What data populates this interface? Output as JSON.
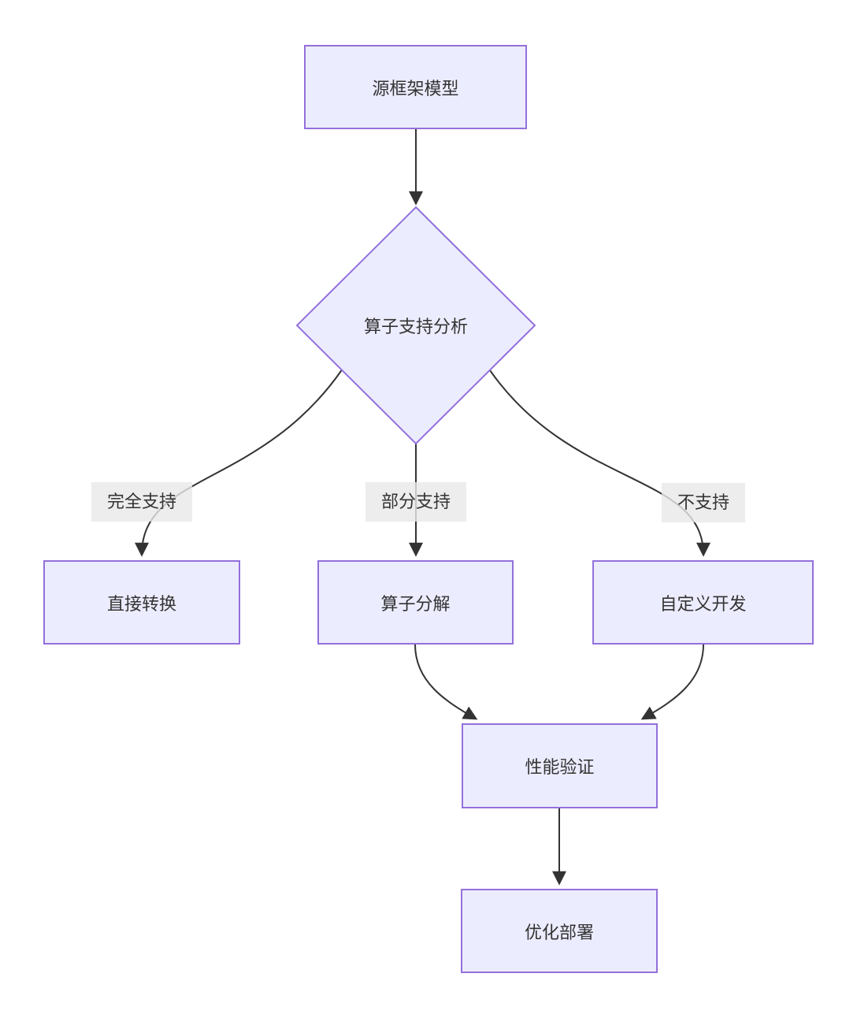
{
  "diagram": {
    "type": "flowchart",
    "direction": "top-down",
    "colors": {
      "background": "#ffffff",
      "node_fill": "#ECECFF",
      "node_border": "#9370DB",
      "edge_stroke": "#333333",
      "edge_label_bg": "#e8e8e8",
      "text": "#333333"
    },
    "nodes": [
      {
        "id": "source",
        "shape": "rect",
        "label": "源框架模型"
      },
      {
        "id": "analysis",
        "shape": "diamond",
        "label": "算子支持分析"
      },
      {
        "id": "direct",
        "shape": "rect",
        "label": "直接转换"
      },
      {
        "id": "decompose",
        "shape": "rect",
        "label": "算子分解"
      },
      {
        "id": "custom",
        "shape": "rect",
        "label": "自定义开发"
      },
      {
        "id": "perf",
        "shape": "rect",
        "label": "性能验证"
      },
      {
        "id": "deploy",
        "shape": "rect",
        "label": "优化部署"
      }
    ],
    "edges": [
      {
        "from": "source",
        "to": "analysis",
        "label": ""
      },
      {
        "from": "analysis",
        "to": "direct",
        "label": "完全支持"
      },
      {
        "from": "analysis",
        "to": "decompose",
        "label": "部分支持"
      },
      {
        "from": "analysis",
        "to": "custom",
        "label": "不支持"
      },
      {
        "from": "decompose",
        "to": "perf",
        "label": ""
      },
      {
        "from": "custom",
        "to": "perf",
        "label": ""
      },
      {
        "from": "perf",
        "to": "deploy",
        "label": ""
      }
    ]
  }
}
